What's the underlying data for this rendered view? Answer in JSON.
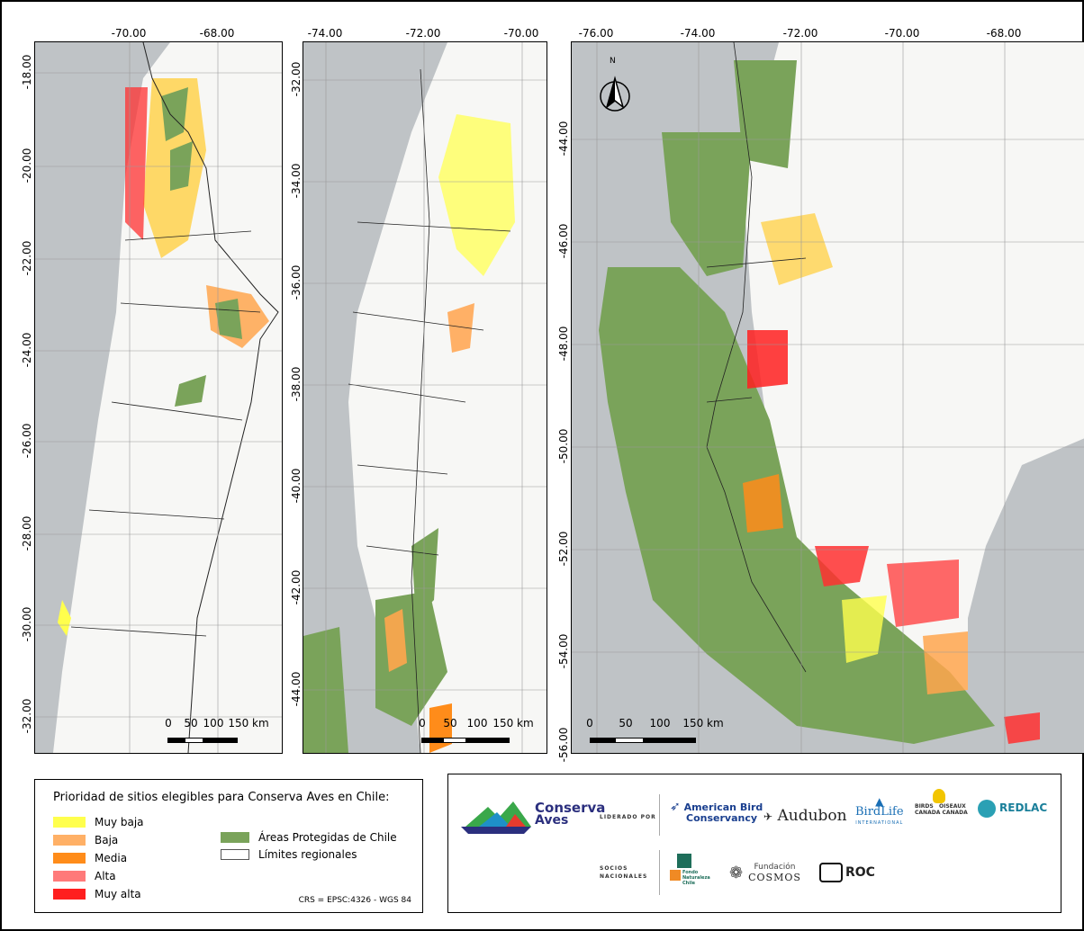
{
  "panels": {
    "north": {
      "top_ticks": [
        "-70.00",
        "-68.00"
      ],
      "left_ticks": [
        "-18.00",
        "-20.00",
        "-22.00",
        "-24.00",
        "-26.00",
        "-28.00",
        "-30.00",
        "-32.00"
      ],
      "scale": [
        "0",
        "50",
        "100",
        "150 km"
      ]
    },
    "central": {
      "top_ticks": [
        "-74.00",
        "-72.00",
        "-70.00"
      ],
      "left_ticks": [
        "-32.00",
        "-34.00",
        "-36.00",
        "-38.00",
        "-40.00",
        "-42.00",
        "-44.00"
      ],
      "scale": [
        "0",
        "50",
        "100",
        "150 km"
      ]
    },
    "south": {
      "top_ticks": [
        "-76.00",
        "-74.00",
        "-72.00",
        "-70.00",
        "-68.00"
      ],
      "left_ticks": [
        "-44.00",
        "-46.00",
        "-48.00",
        "-50.00",
        "-52.00",
        "-54.00",
        "-56.00"
      ],
      "scale": [
        "0",
        "50",
        "100",
        "150 km"
      ],
      "north_arrow": "N"
    }
  },
  "legend": {
    "title": "Prioridad de sitios elegibles para Conserva Aves en Chile:",
    "priority_items": [
      {
        "label": "Muy baja",
        "color": "#ffff4d"
      },
      {
        "label": "Baja",
        "color": "#ffb066"
      },
      {
        "label": "Media",
        "color": "#ff8c1a"
      },
      {
        "label": "Alta",
        "color": "#ff7a7a"
      },
      {
        "label": "Muy alta",
        "color": "#ff1f1f"
      }
    ],
    "protected_areas": {
      "label": "Áreas Protegidas de Chile",
      "color": "#7aa35a"
    },
    "regional_limits": {
      "label": "Límites regionales"
    },
    "crs": "CRS = EPSC:4326 - WGS 84"
  },
  "logos": {
    "conserva": {
      "line1": "Conserva",
      "line2": "Aves"
    },
    "led_by": "LIDERADO POR",
    "national_partners": "SOCIOS NACIONALES",
    "abc": {
      "line1": "American Bird",
      "line2": "Conservancy"
    },
    "audubon": "Audubon",
    "birdlife": {
      "line1": "BirdLife",
      "line2": "INTERNATIONAL"
    },
    "birds_canada": {
      "l1": "BIRDS",
      "l2": "OISEAUX",
      "l3": "CANADA",
      "l4": "CANADA"
    },
    "redlac": "REDLAC",
    "fondo": {
      "l1": "Fondo",
      "l2": "Naturaleza",
      "l3": "Chile"
    },
    "cosmos": {
      "l1": "Fundación",
      "l2": "COSMOS"
    },
    "roc": "ROC"
  }
}
